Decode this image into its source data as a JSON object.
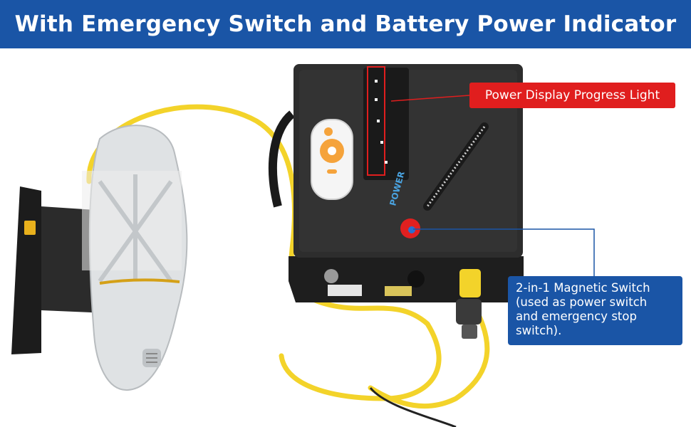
{
  "banner": {
    "title": "With Emergency Switch and Battery Power Indicator"
  },
  "callouts": {
    "power_display": "Power Display Progress Light",
    "magnetic_switch_lines": [
      "2-in-1 Magnetic Switch",
      "(used as power switch",
      "and emergency stop",
      "switch)."
    ]
  },
  "product_labels": {
    "power_strip": "POWER"
  },
  "colors": {
    "banner_blue": "#1a55a6",
    "callout_red": "#e01e1e",
    "cable_yellow": "#f3d32a",
    "battery_black": "#2a2a2a",
    "remote_orange": "#f5a33b"
  },
  "icons": {
    "remote": "remote-control-icon",
    "magnetic_switch": "magnetic-key-icon"
  }
}
